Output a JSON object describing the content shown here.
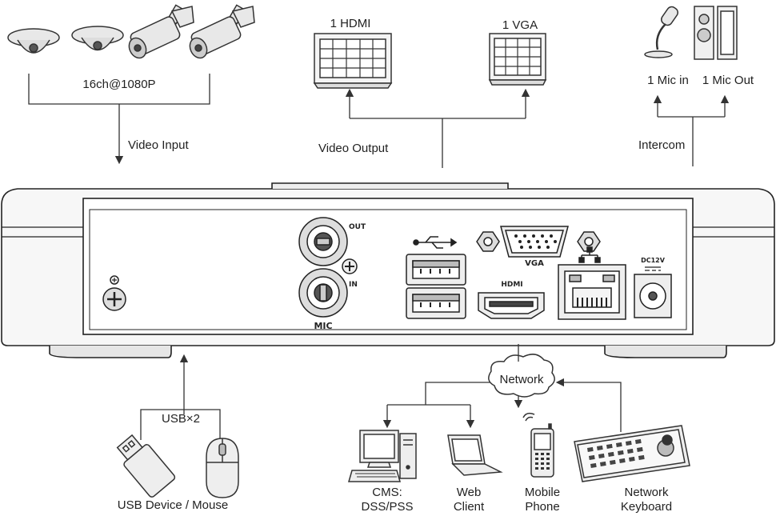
{
  "inputs": {
    "cameras_label": "16ch@1080P",
    "video_input_label": "Video Input"
  },
  "outputs": {
    "hdmi_label": "1 HDMI",
    "vga_label": "1 VGA",
    "video_output_label": "Video Output"
  },
  "intercom": {
    "mic_in_label": "1 Mic in",
    "mic_out_label": "1 Mic Out",
    "intercom_label": "Intercom"
  },
  "panel": {
    "out_label": "OUT",
    "in_label": "IN",
    "mic_label": "MIC",
    "vga_label": "VGA",
    "hdmi_label": "HDMI",
    "dc_label": "DC12V"
  },
  "usb": {
    "count_label": "USB×2",
    "device_label": "USB Device / Mouse"
  },
  "network": {
    "cloud_label": "Network",
    "cms_line1": "CMS:",
    "cms_line2": "DSS/PSS",
    "web_line1": "Web",
    "web_line2": "Client",
    "mobile_line1": "Mobile",
    "mobile_line2": "Phone",
    "keyboard_line1": "Network",
    "keyboard_line2": "Keyboard"
  }
}
